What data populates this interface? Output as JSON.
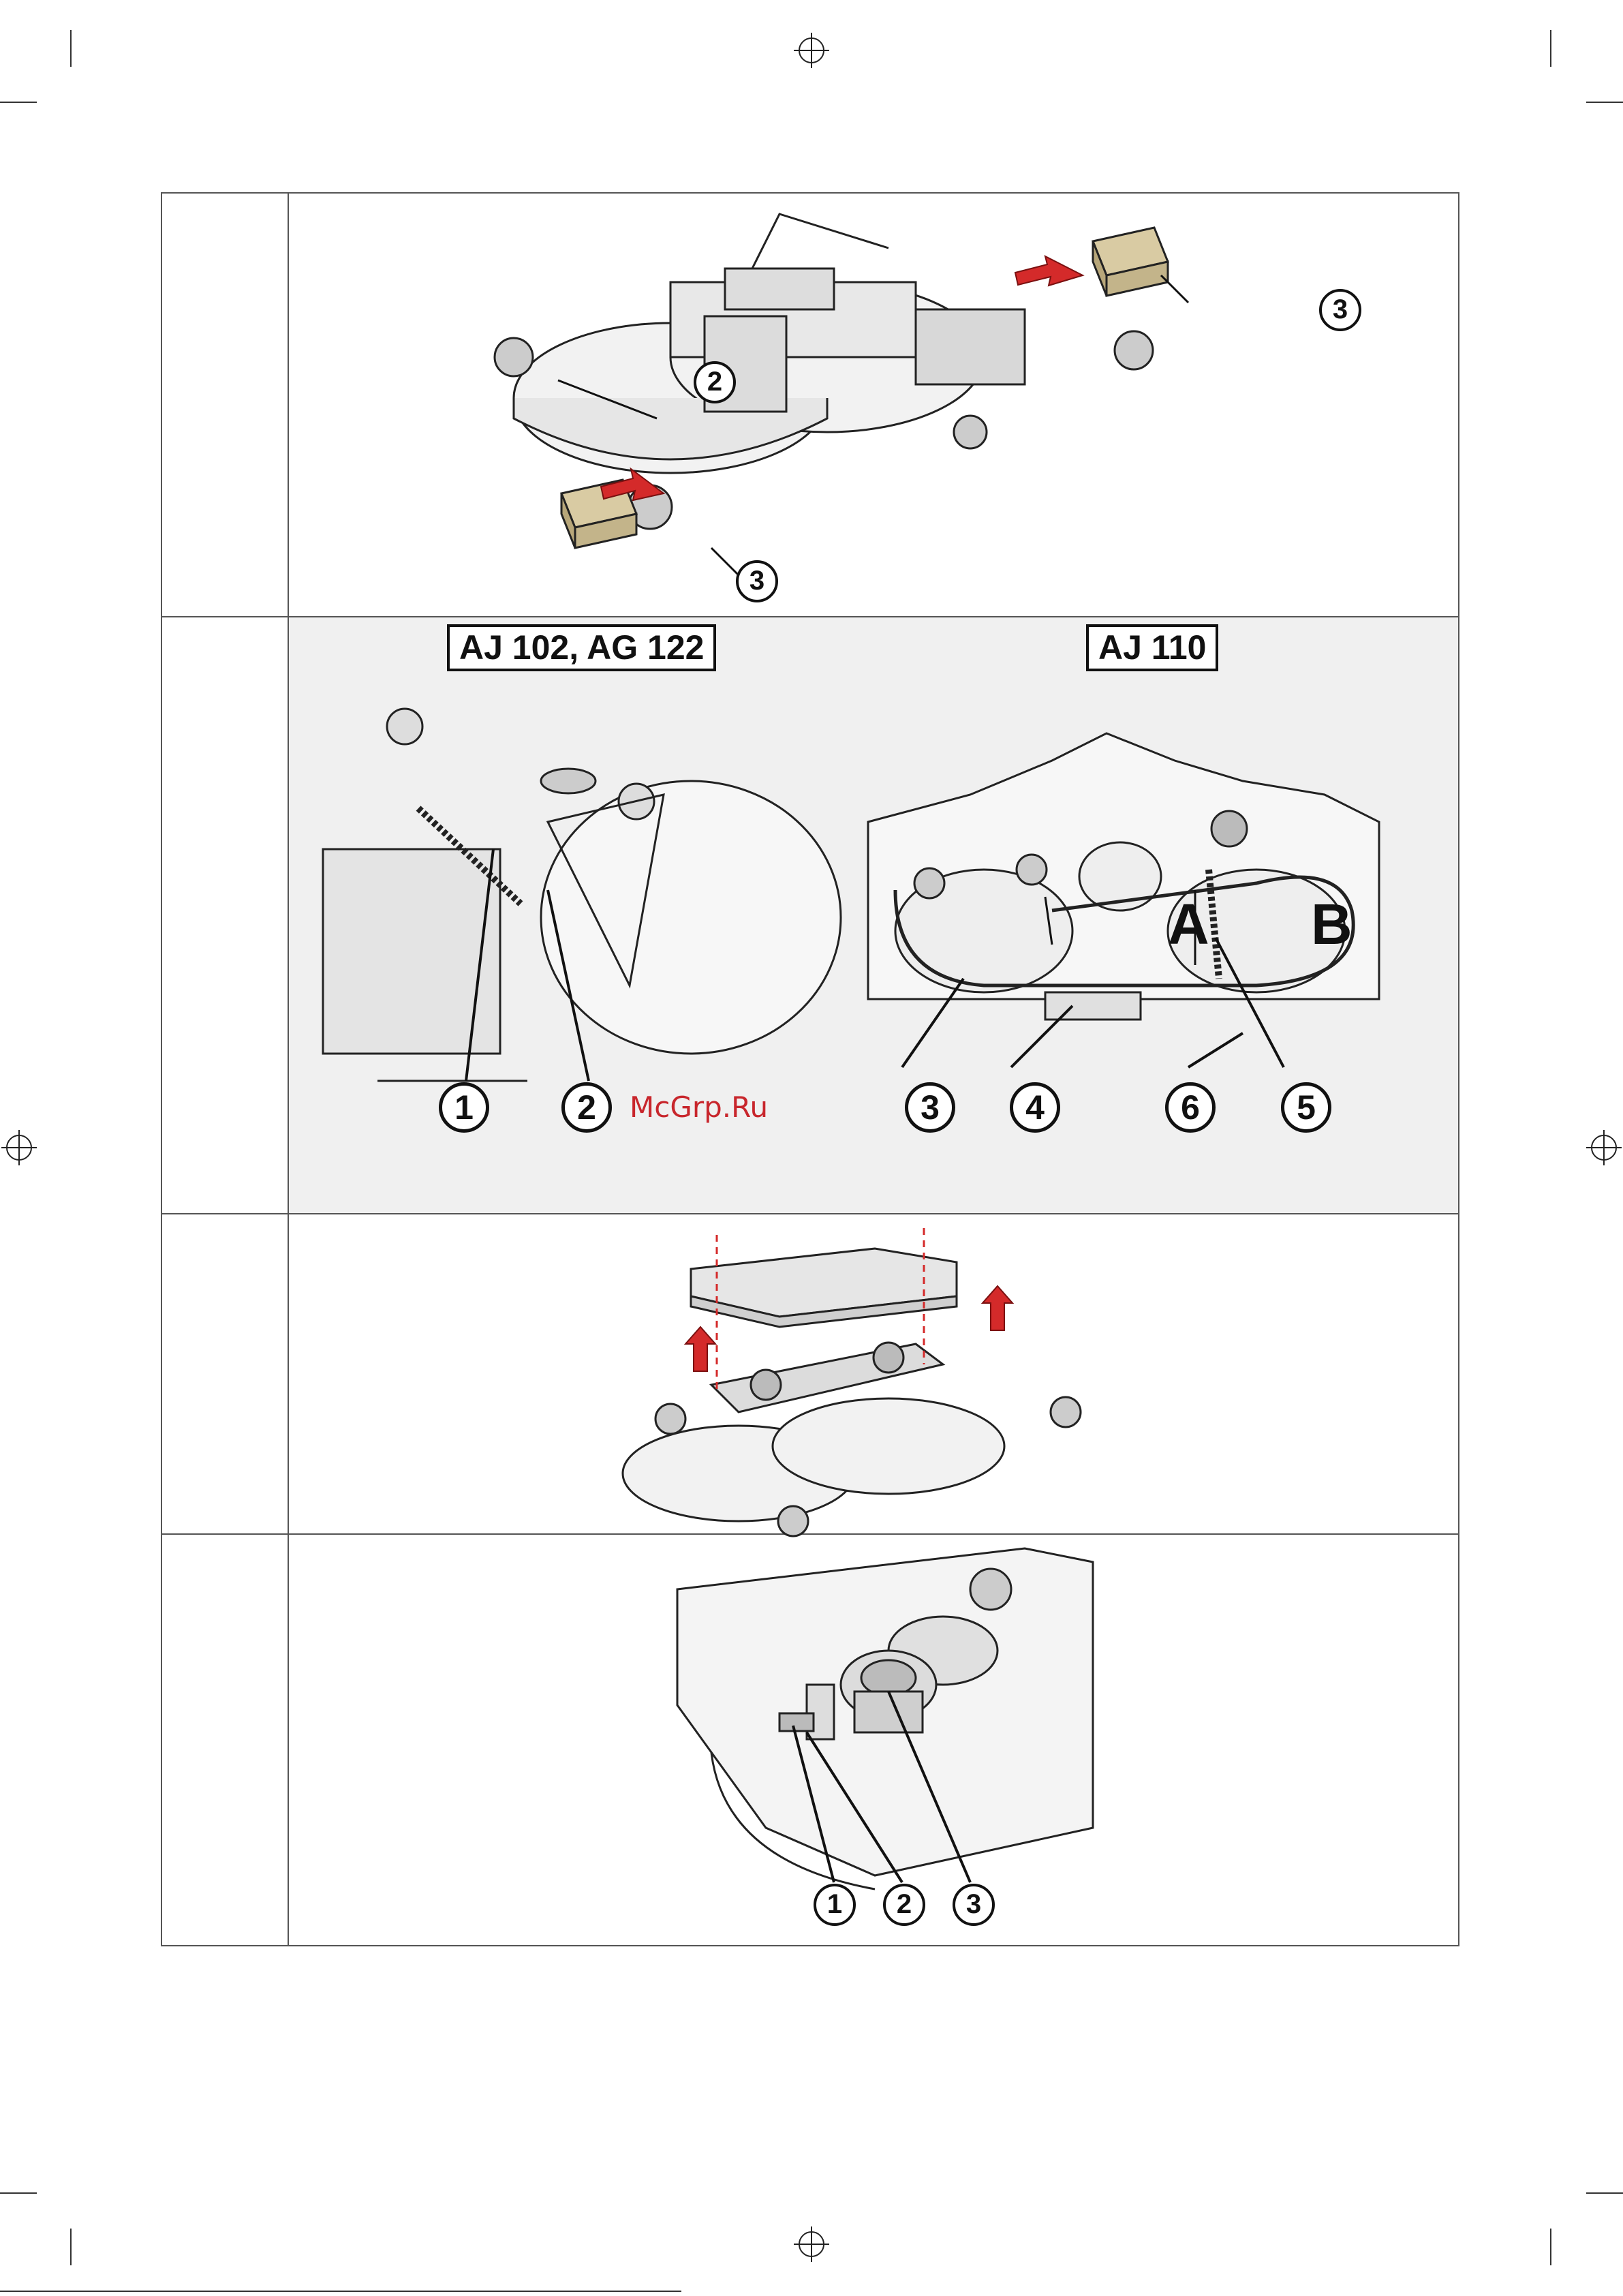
{
  "rows": [
    {
      "callouts": [
        "2",
        "3",
        "3"
      ]
    },
    {
      "left_model": "AJ 102, AG 122",
      "right_model": "AJ 110",
      "left_callouts": [
        "1",
        "2"
      ],
      "right_callouts": [
        "3",
        "4",
        "6",
        "5"
      ],
      "dimension_letters": [
        "A",
        "B"
      ],
      "watermark": "McGrp.Ru"
    },
    {
      "callouts": []
    },
    {
      "callouts": [
        "1",
        "2",
        "3"
      ]
    }
  ],
  "colors": {
    "arrow_red": "#d42a2a",
    "line": "#222222",
    "frame": "#555555",
    "watermark": "#c8262c"
  }
}
